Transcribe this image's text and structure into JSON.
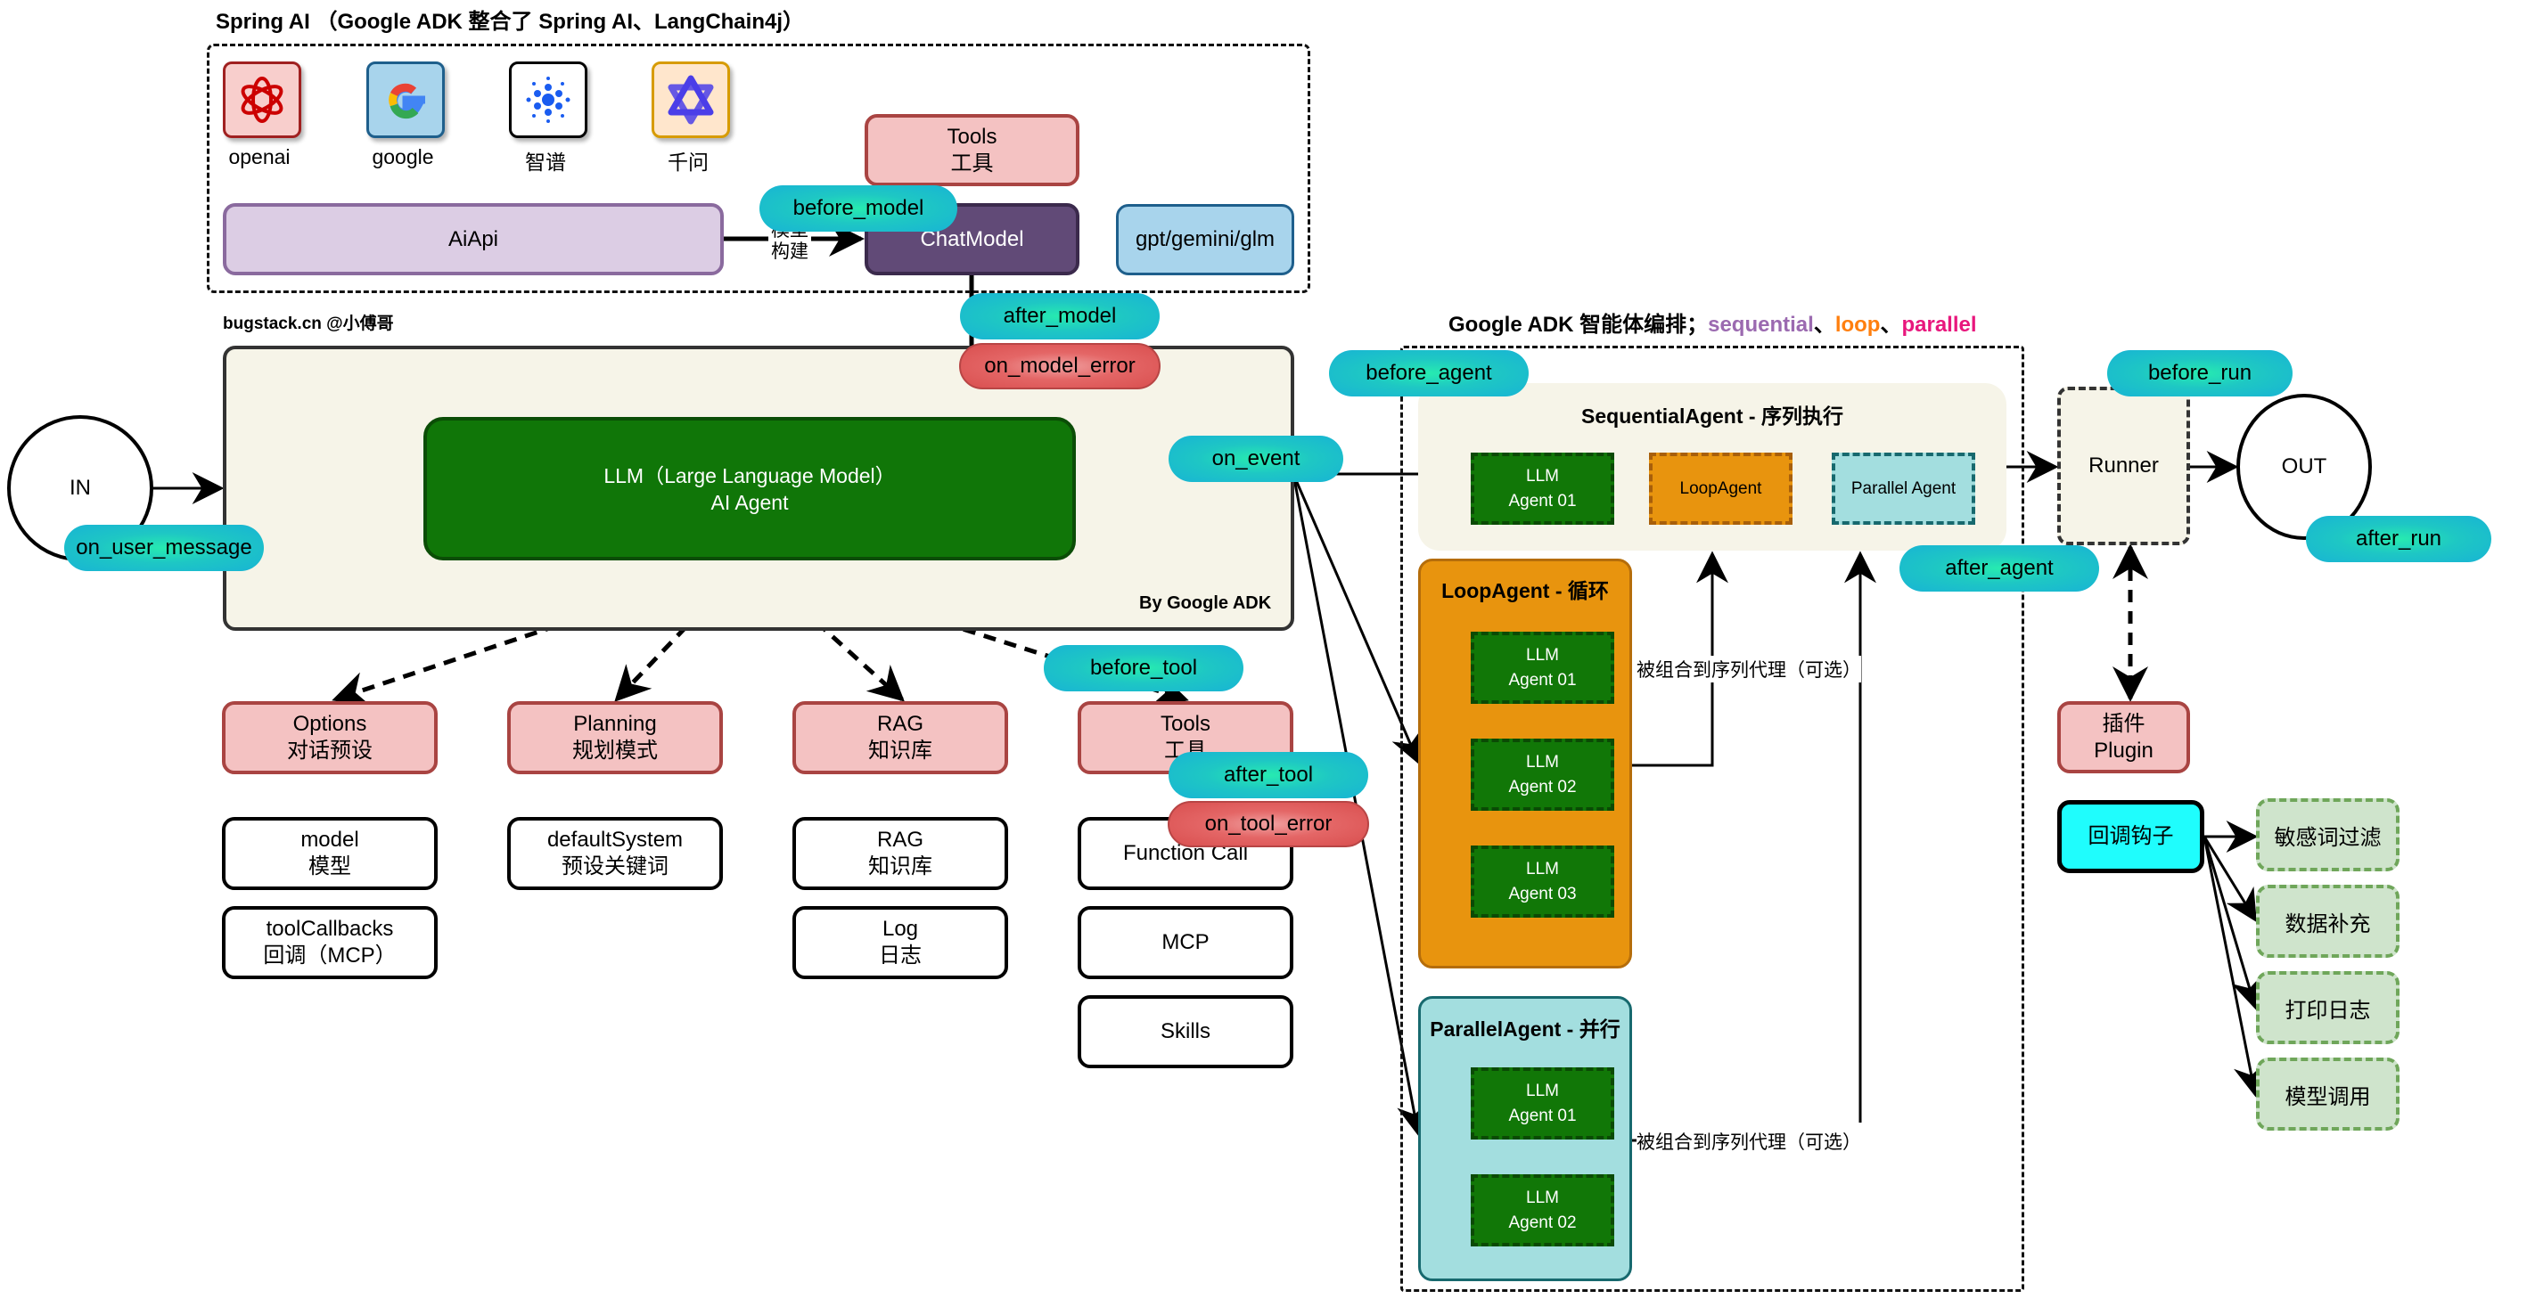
{
  "spring_ai": {
    "title": "Spring AI （Google ADK 整合了 Spring AI、LangChain4j）",
    "providers": [
      {
        "icon": "openai-icon",
        "label": "openai"
      },
      {
        "icon": "google-icon",
        "label": "google"
      },
      {
        "icon": "zhipu-icon",
        "label": "智谱"
      },
      {
        "icon": "qwen-icon",
        "label": "千问"
      }
    ],
    "aiapi_label": "AiApi",
    "edge_label": "模型构建",
    "chatmodel_label": "ChatModel",
    "tools_label_line1": "Tools",
    "tools_label_line2": "工具",
    "models_label": "gpt/gemini/glm"
  },
  "author": "bugstack.cn @小傅哥",
  "core": {
    "in_label": "IN",
    "llm_line1": "LLM（Large Language Model）",
    "llm_line2": "AI Agent",
    "by_label": "By Google ADK"
  },
  "capabilities": [
    {
      "line1": "Options",
      "line2": "对话预设"
    },
    {
      "line1": "Planning",
      "line2": "规划模式"
    },
    {
      "line1": "RAG",
      "line2": "知识库"
    },
    {
      "line1": "Tools",
      "line2": "工具"
    }
  ],
  "details": {
    "options": [
      {
        "line1": "model",
        "line2": "模型"
      },
      {
        "line1": "toolCallbacks",
        "line2": "回调（MCP）"
      }
    ],
    "planning": [
      {
        "line1": "defaultSystem",
        "line2": "预设关键词"
      }
    ],
    "rag": [
      {
        "line1": "RAG",
        "line2": "知识库"
      },
      {
        "line1": "Log",
        "line2": "日志"
      }
    ],
    "tools": [
      {
        "line1": "Function Call"
      },
      {
        "line1": "MCP"
      },
      {
        "line1": "Skills"
      }
    ]
  },
  "hooks": {
    "before_model": "before_model",
    "after_model": "after_model",
    "on_model_error": "on_model_error",
    "on_user_message": "on_user_message",
    "on_event": "on_event",
    "before_tool": "before_tool",
    "after_tool": "after_tool",
    "on_tool_error": "on_tool_error",
    "before_agent": "before_agent",
    "after_agent": "after_agent",
    "before_run": "before_run",
    "after_run": "after_run"
  },
  "orchestration": {
    "title_prefix": "Google ADK 智能体编排；",
    "kw_sequential": "sequential",
    "sep1": "、",
    "kw_loop": "loop",
    "sep2": "、",
    "kw_parallel": "parallel",
    "colors": {
      "sequential": "#9b6ab0",
      "loop": "#ff7f0e",
      "parallel": "#e8177d"
    },
    "sequential": {
      "title": "SequentialAgent - 序列执行",
      "items": [
        {
          "line1": "LLM",
          "line2": "Agent 01"
        },
        {
          "line1": "LoopAgent"
        },
        {
          "line1": "Parallel Agent"
        }
      ]
    },
    "loop": {
      "title": "LoopAgent - 循环",
      "items": [
        {
          "line1": "LLM",
          "line2": "Agent 01"
        },
        {
          "line1": "LLM",
          "line2": "Agent 02"
        },
        {
          "line1": "LLM",
          "line2": "Agent 03"
        }
      ],
      "compose_caption": "被组合到序列代理（可选）"
    },
    "parallel": {
      "title": "ParallelAgent - 并行",
      "items": [
        {
          "line1": "LLM",
          "line2": "Agent 01"
        },
        {
          "line1": "LLM",
          "line2": "Agent 02"
        }
      ],
      "compose_caption": "被组合到序列代理（可选）"
    }
  },
  "runtime": {
    "runner_label": "Runner",
    "out_label": "OUT",
    "plugin_line1": "插件",
    "plugin_line2": "Plugin",
    "callback_hook_label": "回调钩子",
    "callback_targets": [
      "敏感词过滤",
      "数据补充",
      "打印日志",
      "模型调用"
    ]
  }
}
